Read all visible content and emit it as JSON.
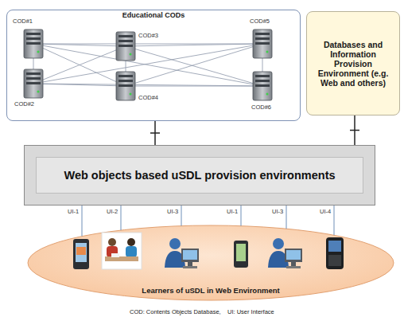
{
  "diagram": {
    "caption": "COD: Contents Objects Database,    UI: User Interface",
    "nodes": [
      {
        "text": [
          "Educational CODs"
        ]
      },
      {
        "text": [
          "Databases and Information Provision Environment (e.g. Web and others)"
        ]
      },
      {
        "text": [
          "Web objects based uSDL provision environments"
        ]
      },
      {
        "text": [
          "Learners of uSDL in Web Environment"
        ]
      }
    ],
    "edges": [
      {
        "from": 0,
        "to": 2,
        "arrow": "none"
      },
      {
        "from": 1,
        "to": 2,
        "arrow": "none"
      },
      {
        "from": 2,
        "to": 3,
        "label": "UI-1",
        "arrow": "none"
      },
      {
        "from": 2,
        "to": 3,
        "label": "UI-2",
        "arrow": "none"
      },
      {
        "from": 2,
        "to": 3,
        "label": "UI-3",
        "arrow": "none"
      },
      {
        "from": 2,
        "to": 3,
        "label": "UI-1",
        "arrow": "none"
      },
      {
        "from": 2,
        "to": 3,
        "label": "UI-3",
        "arrow": "none"
      },
      {
        "from": 2,
        "to": 3,
        "label": "UI-4",
        "arrow": "none"
      }
    ],
    "labels": [
      "COD#1",
      "COD#3",
      "COD#5",
      "COD#2",
      "COD#4",
      "COD#6"
    ]
  }
}
